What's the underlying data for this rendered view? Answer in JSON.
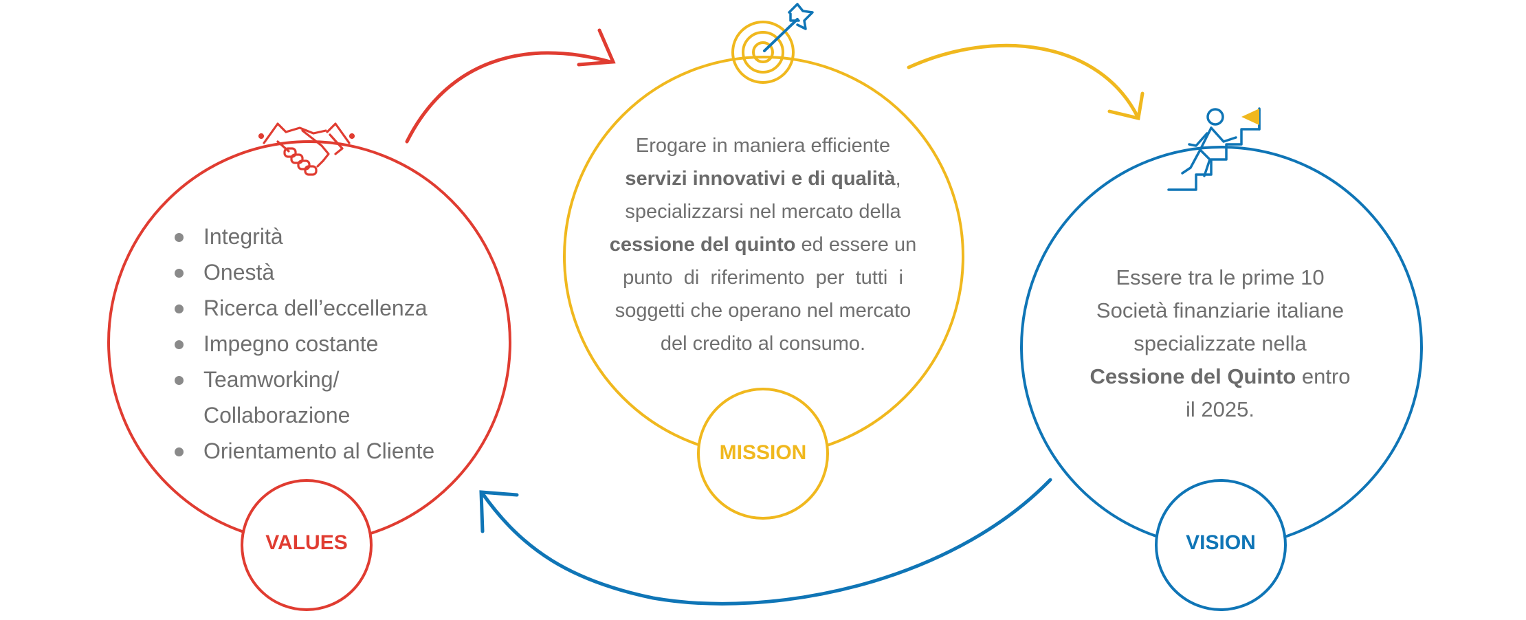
{
  "colors": {
    "values": "#e03c31",
    "mission": "#f0b81e",
    "vision": "#0f75b6",
    "text": "#6f6f6f"
  },
  "values": {
    "badge": "VALUES",
    "icon": "handshake-icon",
    "items": [
      "Integrità",
      "Onestà",
      "Ricerca dell’eccellenza",
      "Impegno costante",
      "Teamworking/",
      "Collaborazione",
      "Orientamento al Cliente"
    ]
  },
  "mission": {
    "badge": "MISSION",
    "icon": "target-icon",
    "line1": "Erogare in maniera efficiente",
    "bold1": "servizi innovativi e di qualità",
    "line2_after": ",",
    "line3": "specializzarsi nel mercato della",
    "bold2": "cessione del quinto",
    "line4_after": " ed essere un",
    "line5": "punto  di  riferimento  per  tutti  i",
    "line6": "soggetti che operano nel mercato",
    "line7": "del credito al consumo."
  },
  "vision": {
    "badge": "VISION",
    "icon": "person-climbing-stairs-flag-icon",
    "line1": "Essere tra le prime 10",
    "line2": "Società finanziarie italiane",
    "line3": "specializzate nella",
    "bold": "Cessione del Quinto",
    "line4_after": " entro",
    "line5": "il 2025."
  }
}
